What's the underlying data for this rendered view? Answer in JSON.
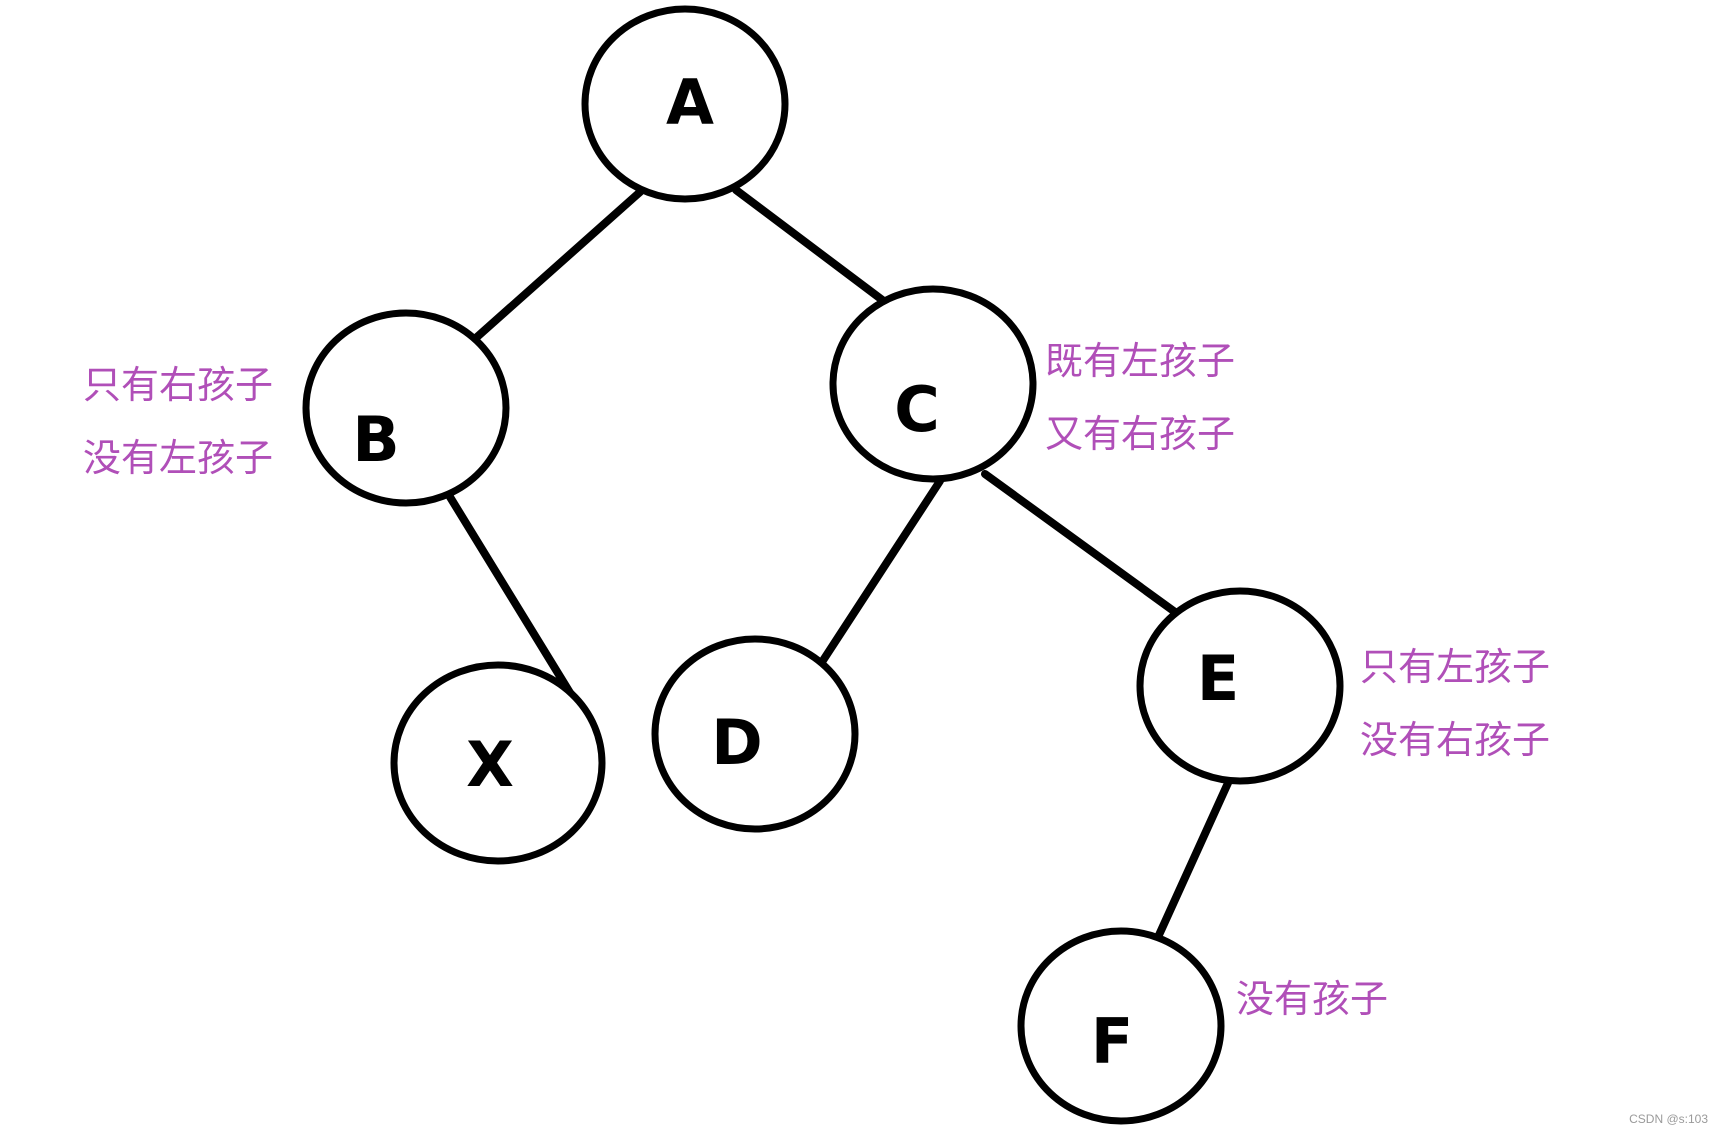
{
  "nodes": {
    "A": {
      "label": "A"
    },
    "B": {
      "label": "B"
    },
    "C": {
      "label": "C"
    },
    "X": {
      "label": "X"
    },
    "D": {
      "label": "D"
    },
    "E": {
      "label": "E"
    },
    "F": {
      "label": "F"
    }
  },
  "edges": [
    {
      "from": "A",
      "to": "B"
    },
    {
      "from": "A",
      "to": "C"
    },
    {
      "from": "B",
      "to": "X"
    },
    {
      "from": "C",
      "to": "D"
    },
    {
      "from": "C",
      "to": "E"
    },
    {
      "from": "E",
      "to": "F"
    }
  ],
  "annotations": {
    "B": {
      "line1": "只有右孩子",
      "line2": "没有左孩子"
    },
    "C": {
      "line1": "既有左孩子",
      "line2": "又有右孩子"
    },
    "E": {
      "line1": "只有左孩子",
      "line2": "没有右孩子"
    },
    "F": {
      "line1": "没有孩子"
    }
  },
  "colors": {
    "annotation": "#b04fb8",
    "node_stroke": "#000000"
  },
  "watermark": "CSDN @s:103"
}
